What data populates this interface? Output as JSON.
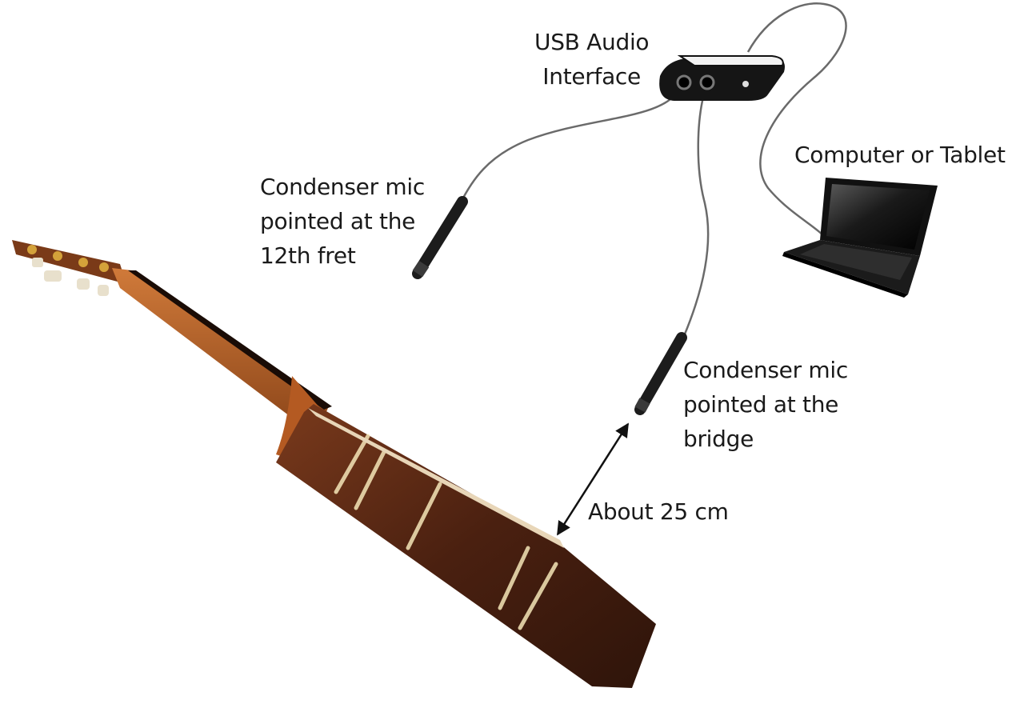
{
  "labels": {
    "usb_interface": [
      "USB Audio",
      "Interface"
    ],
    "computer": "Computer or Tablet",
    "mic_fret": [
      "Condenser mic",
      "pointed at the",
      "12th fret"
    ],
    "mic_bridge": [
      "Condenser mic",
      "pointed at the",
      "bridge"
    ],
    "distance": "About 25 cm"
  },
  "colors": {
    "cable": "#6a6a6a",
    "mic_body": "#1c1c1c",
    "interface_body": "#151515",
    "laptop_body": "#111111",
    "guitar_wood": "#5a2a14",
    "neck_wood": "#b8632a",
    "arrow": "#111111"
  }
}
